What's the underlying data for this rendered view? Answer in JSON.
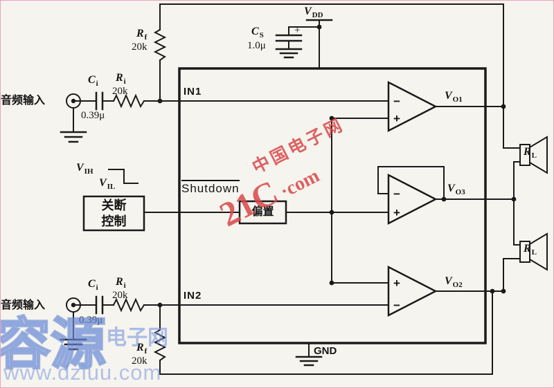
{
  "figure": {
    "type": "audio-amplifier-schematic",
    "background": "#f6f4ef",
    "line_color": "#1a1a1a",
    "watermark_red_color": "#d84848",
    "watermark_blue_color": "#5f83cf"
  },
  "labels": {
    "audio_input_top": "音频输入",
    "audio_input_bottom": "音频输入",
    "vdd": {
      "base": "V",
      "sub": "DD"
    },
    "cs": {
      "base": "C",
      "sub": "S"
    },
    "cs_polarity": "+",
    "cs_value": "1.0μ",
    "rf_top": {
      "base": "R",
      "sub": "f"
    },
    "rf_top_value": "20k",
    "ri_top": {
      "base": "R",
      "sub": "i"
    },
    "ri_top_value": "20k",
    "ci_top": {
      "base": "C",
      "sub": "i"
    },
    "ci_top_value": "0.39μ",
    "rf_bottom": {
      "base": "R",
      "sub": "f"
    },
    "rf_bottom_value": "20k",
    "ri_bottom": {
      "base": "R",
      "sub": "i"
    },
    "ri_bottom_value": "20k",
    "ci_bottom": {
      "base": "C",
      "sub": "i"
    },
    "ci_bottom_value": "0.39μ",
    "in1": "IN1",
    "in2": "IN2",
    "gnd": "GND",
    "vih": {
      "base": "V",
      "sub": "IH"
    },
    "vil": {
      "base": "V",
      "sub": "IL"
    },
    "shutdown_pin": "Shutdown",
    "shutdown_box_line1": "关断",
    "shutdown_box_line2": "控制",
    "bias_box": "偏置",
    "vo1": {
      "base": "V",
      "sub": "O1"
    },
    "vo2": {
      "base": "V",
      "sub": "O2"
    },
    "vo3": {
      "base": "V",
      "sub": "O3"
    },
    "rl_top": {
      "base": "R",
      "sub": "L"
    },
    "rl_bottom": {
      "base": "R",
      "sub": "L"
    },
    "opamp_plus": "+",
    "opamp_minus": "−"
  },
  "watermarks": {
    "red_cn": "中国电子网",
    "red_21c": "21C",
    "red_com": "·com",
    "blue_main": "容源",
    "blue_sub": "电子网",
    "blue_url": "www.dziuu.com"
  }
}
